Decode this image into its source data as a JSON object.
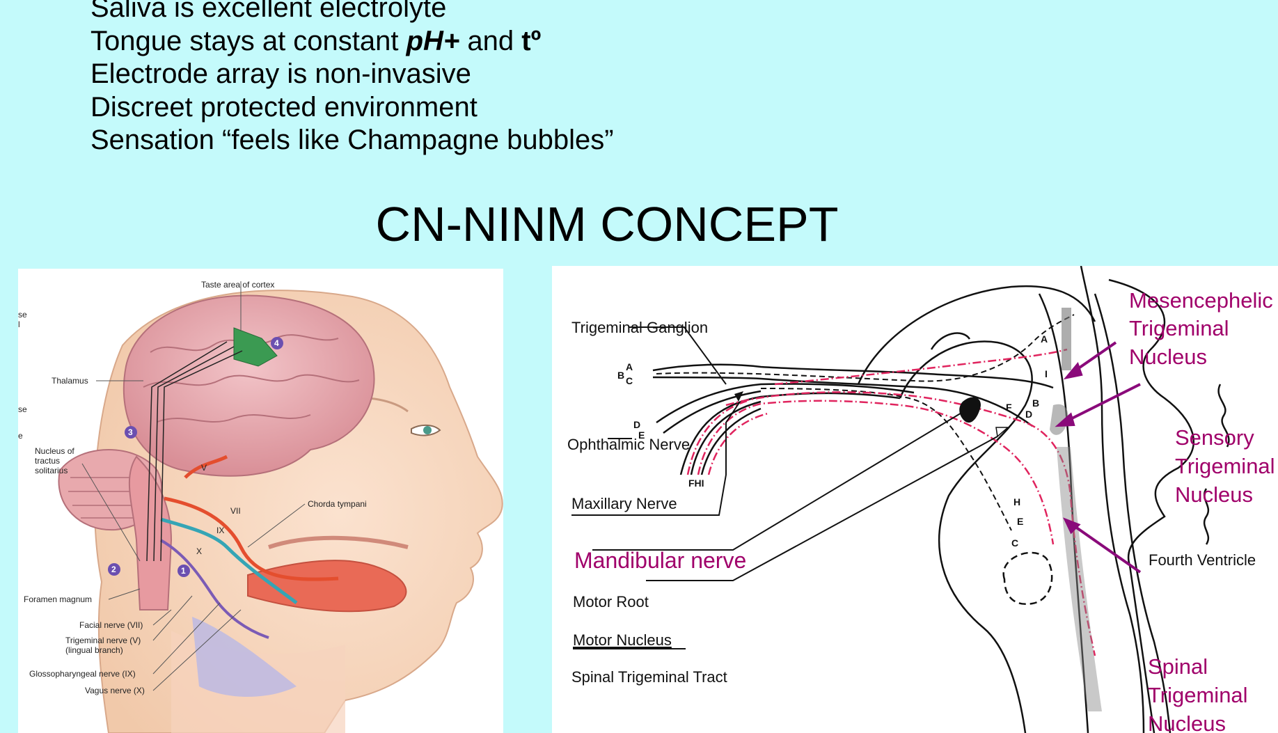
{
  "bullets": [
    {
      "text": "Saliva is excellent electrolyte"
    },
    {
      "pre": "Tongue stays at constant ",
      "em": "pH+",
      "mid": " and ",
      "strong": "tº"
    },
    {
      "text": "Electrode array is non-invasive"
    },
    {
      "text": "Discreet protected environment"
    },
    {
      "text": "Sensation “feels like Champagne bubbles”"
    }
  ],
  "title": "CN-NINM CONCEPT",
  "left_figure": {
    "labels": {
      "taste_area": "Taste area of cortex",
      "thalamus": "Thalamus",
      "nucleus_1": "Nucleus of",
      "nucleus_2": "tractus",
      "nucleus_3": "solitarius",
      "chorda": "Chorda tympani",
      "foramen": "Foramen magnum",
      "facial": "Facial nerve (VII)",
      "trigeminal_1": "Trigeminal nerve (V)",
      "trigeminal_2": "(lingual branch)",
      "glosso": "Glossopharyngeal nerve (IX)",
      "vagus": "Vagus nerve (X)",
      "v": "V",
      "vii": "VII",
      "ix": "IX",
      "x": "X",
      "edge_1": "se",
      "edge_2": "l",
      "edge_3": "se",
      "edge_4": "e"
    },
    "markers": [
      "1",
      "2",
      "3",
      "4"
    ]
  },
  "right_figure": {
    "labels": {
      "ganglion": "Trigeminal Ganglion",
      "ophthalmic": "Ophthalmic Nerve",
      "maxillary": "Maxillary Nerve",
      "mandibular": "Mandibular nerve",
      "motor_root": "Motor Root",
      "motor_nucleus": "Motor Nucleus",
      "spinal_tract": "Spinal Trigeminal Tract",
      "mesen_1": "Mesencephelic",
      "mesen_2": "Trigeminal",
      "mesen_3": "Nucleus",
      "sensory_1": "Sensory",
      "sensory_2": "Trigeminal",
      "sensory_3": "Nucleus",
      "spinal_1": "Spinal",
      "spinal_2": "Trigeminal",
      "spinal_3": "Nucleus",
      "fourth": "Fourth Ventricle",
      "oph_letters_1": "A",
      "oph_letters_2": "B",
      "oph_letters_3": "C",
      "max_letters_1": "D",
      "max_letters_2": "E",
      "mand_letters": "FHI",
      "pt_a": "A",
      "pt_i": "I",
      "pt_b": "B",
      "pt_d": "D",
      "pt_f": "F",
      "pt_h": "H",
      "pt_e": "E",
      "pt_c": "C"
    }
  },
  "colors": {
    "background": "#c4fafb",
    "magenta_label": "#a0006a",
    "nerve_red": "#e0245e"
  }
}
